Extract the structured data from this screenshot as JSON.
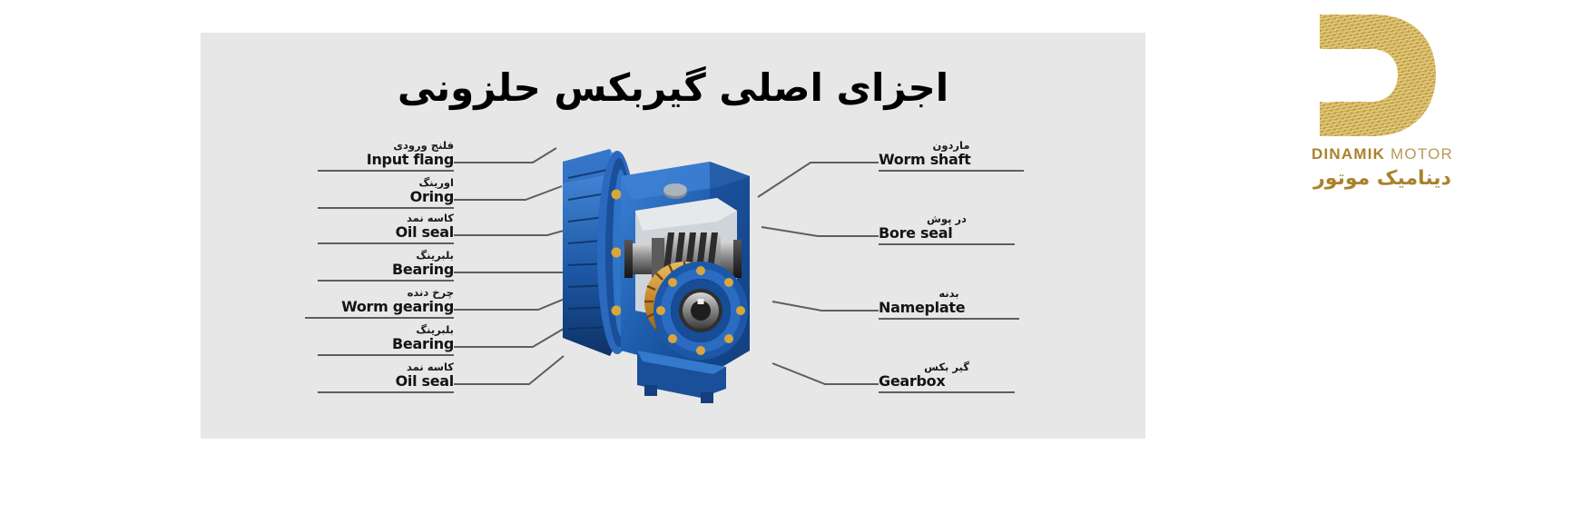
{
  "page": {
    "background": "#ffffff",
    "panel_background": "#e7e7e7"
  },
  "diagram": {
    "title": "اجزای اصلی گیربکس حلزونی",
    "subject": "worm-gearbox-cutaway",
    "left_labels": [
      {
        "fa": "فلنج ورودی",
        "en": "Input flang"
      },
      {
        "fa": "اورینگ",
        "en": "Oring"
      },
      {
        "fa": "کاسه نمد",
        "en": "Oil seal"
      },
      {
        "fa": "بلبرینگ",
        "en": "Bearing"
      },
      {
        "fa": "چرخ دنده",
        "en": "Worm gearing"
      },
      {
        "fa": "بلبرینگ",
        "en": "Bearing"
      },
      {
        "fa": "کاسه نمد",
        "en": "Oil seal"
      }
    ],
    "right_labels": [
      {
        "fa": "ماردون",
        "en": "Worm shaft"
      },
      {
        "fa": "در پوش",
        "en": "Bore seal"
      },
      {
        "fa": "بدنه",
        "en": "Nameplate"
      },
      {
        "fa": "گیر بکس",
        "en": "Gearbox"
      }
    ],
    "colors": {
      "housing_blue": "#1f5fb0",
      "housing_blue_dark": "#11407d",
      "gear_bronze": "#c98a2e",
      "steel": "#8a8a8a",
      "leader_line": "#5e5e5e"
    }
  },
  "logo": {
    "mark_name": "dinamik-motor-d-mark",
    "name_en_bold": "DINAMIK",
    "name_en_light": "MOTOR",
    "name_fa": "دینامیک موتور",
    "gold": "#c9a227"
  }
}
